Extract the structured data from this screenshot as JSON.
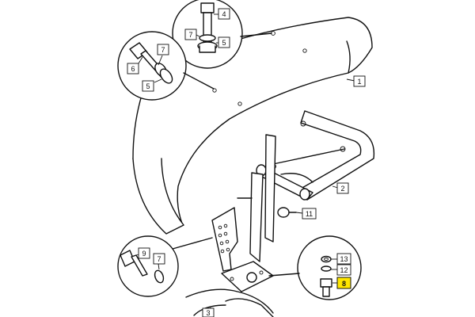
{
  "diagram": {
    "callouts": [
      {
        "id": "c1",
        "label": "1"
      },
      {
        "id": "c2",
        "label": "2"
      },
      {
        "id": "c3",
        "label": "3"
      },
      {
        "id": "c4",
        "label": "4"
      },
      {
        "id": "c5a",
        "label": "5"
      },
      {
        "id": "c7a",
        "label": "7"
      },
      {
        "id": "c7b",
        "label": "7"
      },
      {
        "id": "c6",
        "label": "6"
      },
      {
        "id": "c5b",
        "label": "5"
      },
      {
        "id": "c11",
        "label": "11"
      },
      {
        "id": "c9",
        "label": "9"
      },
      {
        "id": "c7c",
        "label": "7"
      },
      {
        "id": "c13",
        "label": "13"
      },
      {
        "id": "c12",
        "label": "12"
      },
      {
        "id": "c8",
        "label": "8",
        "highlighted": true
      }
    ],
    "highlight_color": "#FFE600"
  }
}
